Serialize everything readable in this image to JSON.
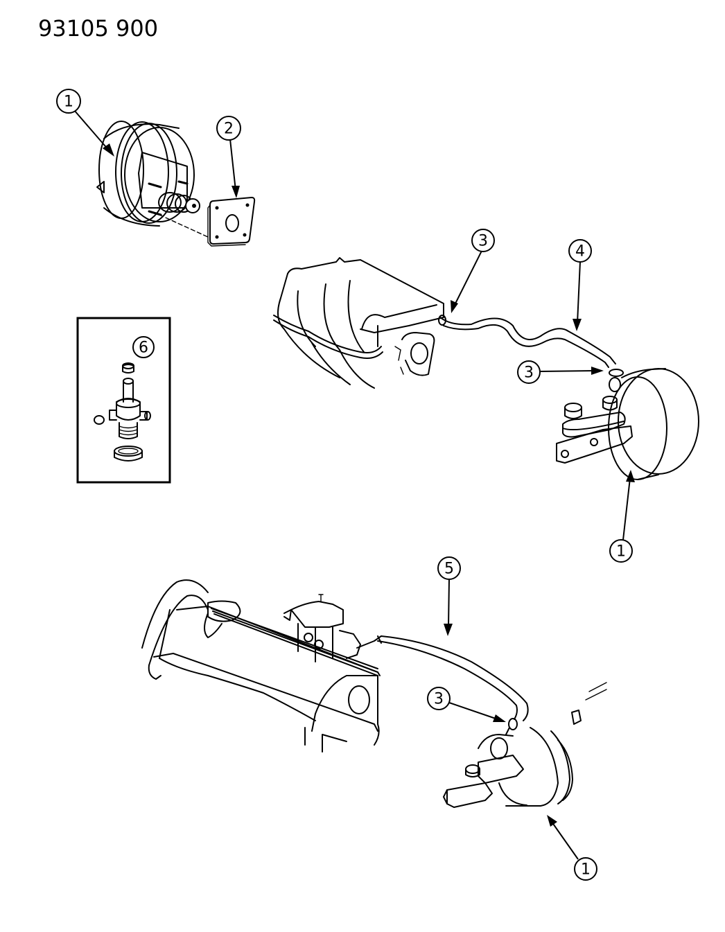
{
  "diagram": {
    "title": "93105 900",
    "inset_box_label": "6",
    "callouts": [
      {
        "id": "callout-1-top",
        "label": "1",
        "target": "brake-booster-exploded"
      },
      {
        "id": "callout-2",
        "label": "2",
        "target": "booster-gasket"
      },
      {
        "id": "callout-3-manifold",
        "label": "3",
        "target": "hose-clamp-manifold"
      },
      {
        "id": "callout-4",
        "label": "4",
        "target": "vacuum-hose-upper"
      },
      {
        "id": "callout-3-booster-upper",
        "label": "3",
        "target": "hose-clamp-booster-upper"
      },
      {
        "id": "callout-1-middle",
        "label": "1",
        "target": "brake-booster-middle"
      },
      {
        "id": "callout-6",
        "label": "6",
        "target": "check-valve-inset"
      },
      {
        "id": "callout-5",
        "label": "5",
        "target": "vacuum-hose-lower"
      },
      {
        "id": "callout-3-booster-lower",
        "label": "3",
        "target": "hose-clamp-booster-lower"
      },
      {
        "id": "callout-1-bottom",
        "label": "1",
        "target": "brake-booster-bottom"
      }
    ]
  }
}
